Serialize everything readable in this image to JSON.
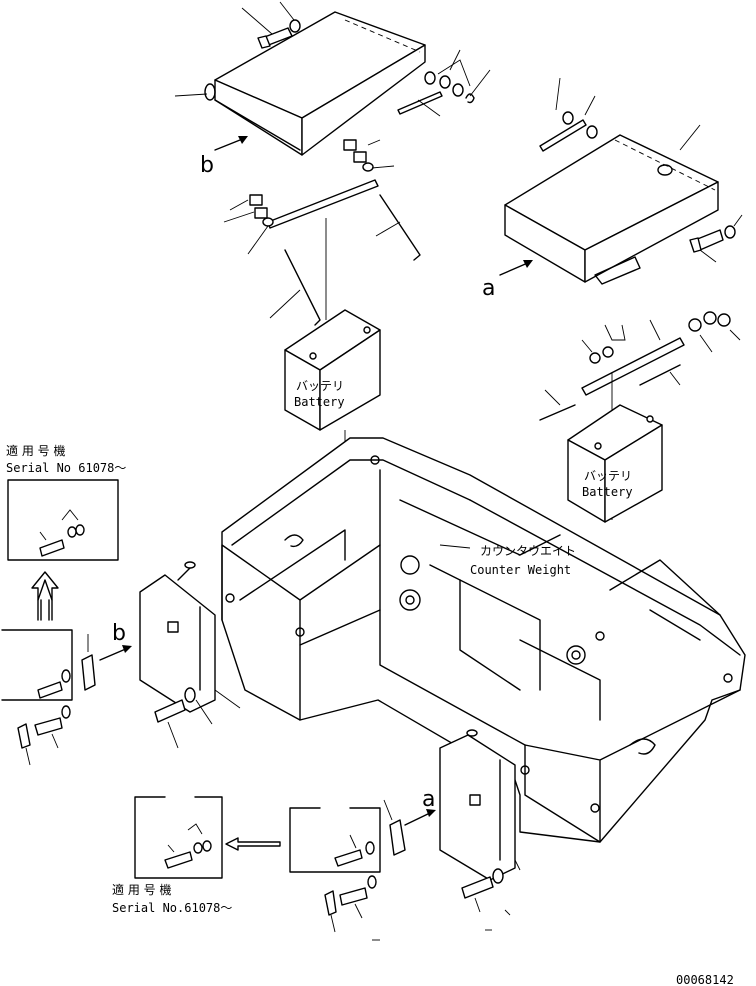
{
  "labels": {
    "battery_jp": "バッテリ",
    "battery_en": "Battery",
    "counterweight_jp": "カウンタウエイト",
    "counterweight_en": "Counter Weight",
    "serial_jp": "適 用 号 機",
    "serial_left": "Serial No 61078～",
    "serial_bottom": "Serial No.61078～",
    "view_a": "a",
    "view_b": "b",
    "drawing_number": "00068142"
  }
}
